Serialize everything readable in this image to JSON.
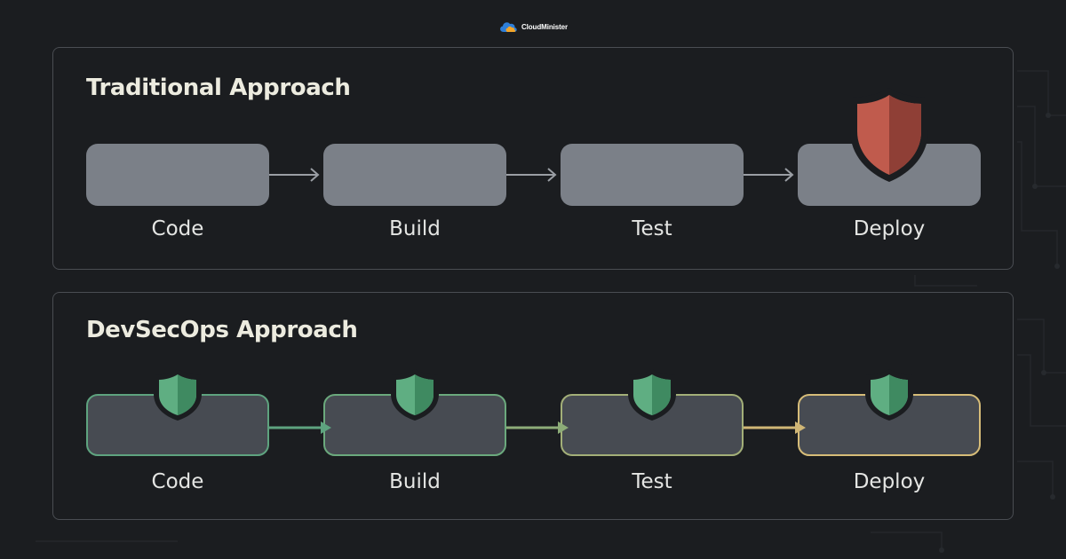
{
  "brand": {
    "name": "CloudMinister"
  },
  "traditional": {
    "title": "Traditional Approach",
    "stages": [
      {
        "label": "Code"
      },
      {
        "label": "Build"
      },
      {
        "label": "Test"
      },
      {
        "label": "Deploy"
      }
    ],
    "shield_stage": "Deploy"
  },
  "devsecops": {
    "title": "DevSecOps Approach",
    "stages": [
      {
        "label": "Code"
      },
      {
        "label": "Build"
      },
      {
        "label": "Test"
      },
      {
        "label": "Deploy"
      }
    ],
    "shield_stages": [
      "Code",
      "Build",
      "Test",
      "Deploy"
    ]
  },
  "colors": {
    "background": "#1b1d20",
    "traditional_box": "#7b8088",
    "traditional_arrow": "#9a9ea4",
    "security_shield_red": "#b9564a",
    "security_shield_green": "#5ea37f",
    "devsecops_box": "#474b52",
    "devsecops_gradient": [
      "#5ea37f",
      "#8dac78",
      "#bdb176",
      "#d6bc78"
    ]
  }
}
